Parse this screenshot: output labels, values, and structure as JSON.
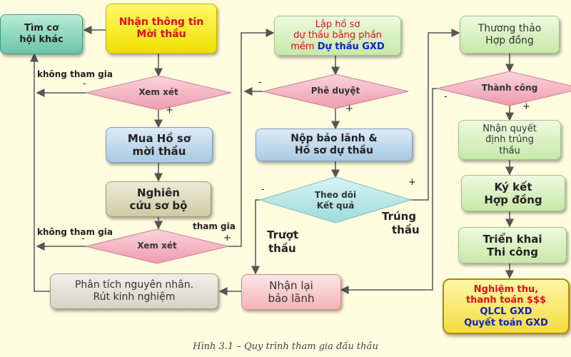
{
  "nodes": {
    "tim_co": [
      "Tìm cơ",
      "hội khác"
    ],
    "nhan_thong_tin": [
      "Nhận thông tin",
      "Mời thầu"
    ],
    "mua_ho_so": [
      "Mua Hồ sơ",
      "mời thầu"
    ],
    "nghien_cuu": [
      "Nghiên",
      "cứu sơ bộ"
    ],
    "phan_tich": [
      "Phân tích nguyên nhân.",
      "Rút kinh nghiệm"
    ],
    "lap_ho_so": {
      "line1": "Lập hồ sơ",
      "line2": "dự thầu bằng phần",
      "line3_prefix": "mềm",
      "line3_highlight": "Dự thầu GXD"
    },
    "nop_bao_lanh": [
      "Nộp bảo lãnh &",
      "Hồ sơ dự thầu"
    ],
    "nhan_lai": [
      "Nhận lại",
      "bảo lãnh"
    ],
    "thuong_thao": [
      "Thương thảo",
      "Hợp đồng"
    ],
    "nhan_quyet_dinh": [
      "Nhận quyết",
      "định trúng",
      "thầu"
    ],
    "ky_ket": [
      "Ký kết",
      "Hợp đồng"
    ],
    "trien_khai": [
      "Triển khai",
      "Thi công"
    ],
    "nghiem_thu": [
      "Nghiệm thu,",
      "thanh toán $$$",
      "QLCL GXD",
      "Quyết toán GXD"
    ]
  },
  "decisions": {
    "xem_xet_1": "Xem xét",
    "xem_xet_2": "Xem xét",
    "phe_duyet": "Phê duyệt",
    "theo_doi": [
      "Theo dõi",
      "Kết quả"
    ],
    "thanh_cong": "Thành công"
  },
  "labels": {
    "khong_tham_gia_1": "không tham gia",
    "khong_tham_gia_2": "không tham gia",
    "tham_gia": "tham gia",
    "plus": "+",
    "minus": "-",
    "truot_thau": [
      "Trượt",
      "thầu"
    ],
    "trung_thau": [
      "Trúng",
      "thầu"
    ]
  },
  "caption": "Hình 3.1 – Quy trình tham gia đấu thầu",
  "colors": {
    "line": "#555555",
    "diamond_fill": "#f2b4c0",
    "diamond_stroke": "#cc7f90",
    "theo_doi_fill": "#b9e6e6"
  }
}
